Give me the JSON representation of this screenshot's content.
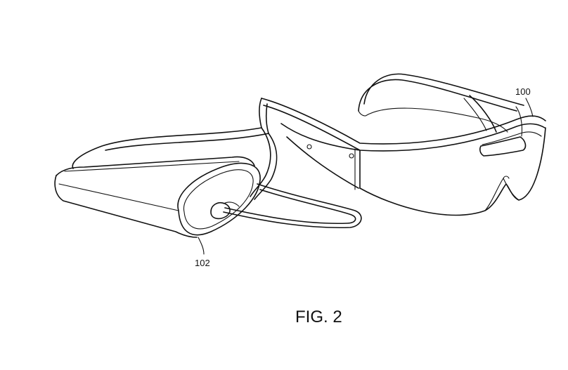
{
  "figure": {
    "caption": "FIG. 2",
    "reference_labels": {
      "glasses": "100",
      "battery_pack": "102"
    }
  },
  "colors": {
    "line": "#111111",
    "background": "#ffffff"
  }
}
